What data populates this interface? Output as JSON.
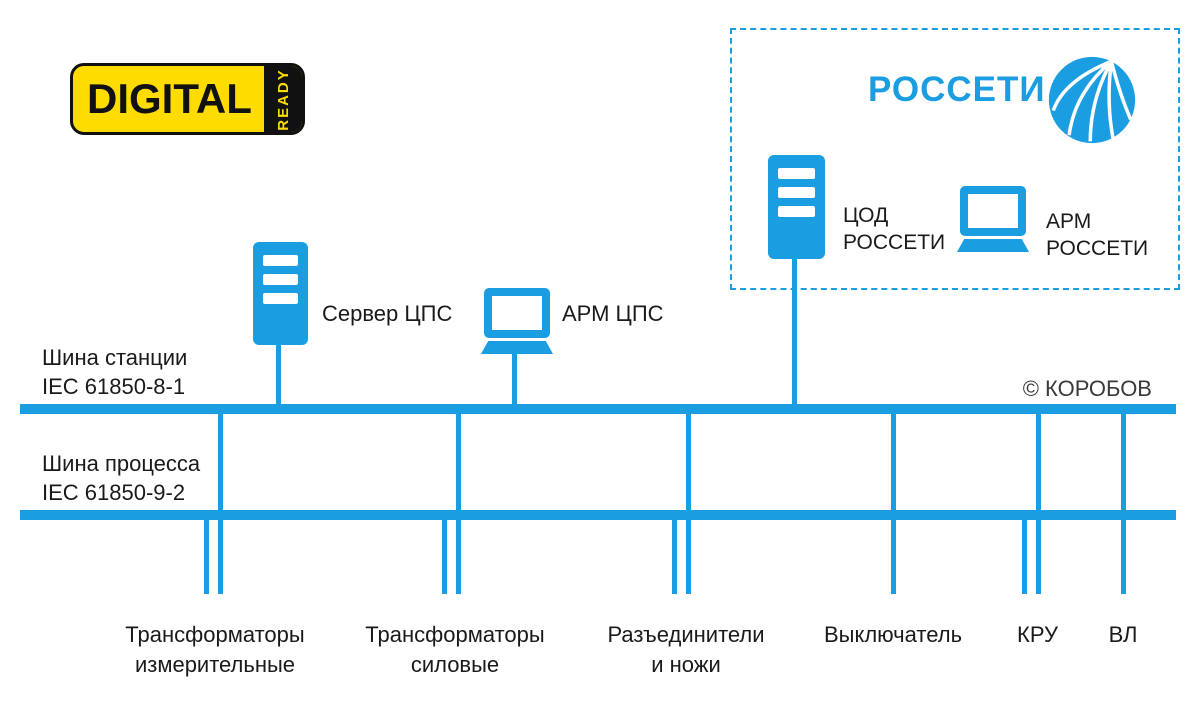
{
  "colors": {
    "accent_blue": "#1b9de2",
    "logo_yellow": "#ffdc00",
    "logo_black": "#111111",
    "text": "#1a1a1a"
  },
  "digital_ready_logo": {
    "digital_text": "DIGITAL",
    "ready_text": "READY"
  },
  "rosseti_section": {
    "brand": "РОССЕТИ",
    "logo_icon": "rosseti-globe-icon",
    "datacenter": {
      "icon": "server-icon",
      "label": "ЦОД\nРОССЕТИ"
    },
    "workstation": {
      "icon": "workstation-icon",
      "label": "АРМ\nРОССЕТИ"
    }
  },
  "cps": {
    "server": {
      "icon": "server-icon",
      "label": "Сервер ЦПС"
    },
    "workstation": {
      "icon": "workstation-icon",
      "label": "АРМ ЦПС"
    }
  },
  "buses": {
    "station": {
      "label": "Шина станции\nIEC 61850-8-1"
    },
    "process": {
      "label": "Шина процесса\nIEC 61850-9-2"
    }
  },
  "copyright": "© КОРОБОВ",
  "field_devices": [
    {
      "label": "Трансформаторы\nизмерительные"
    },
    {
      "label": "Трансформаторы\nсиловые"
    },
    {
      "label": "Разъединители\nи ножи"
    },
    {
      "label": "Выключатель"
    },
    {
      "label": "КРУ"
    },
    {
      "label": "ВЛ"
    }
  ]
}
